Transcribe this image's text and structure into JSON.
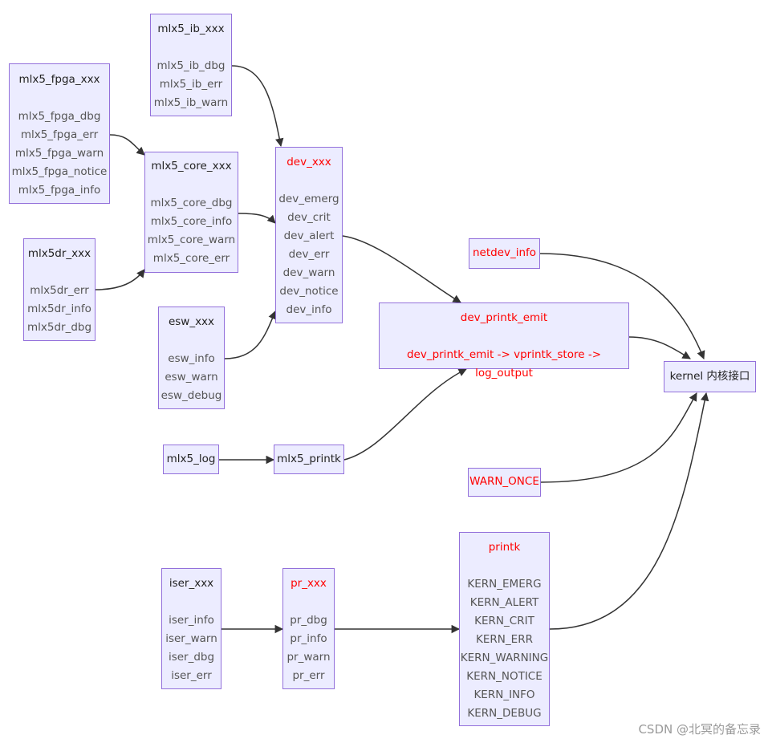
{
  "nodes": {
    "mlx5_ib": {
      "title": "mlx5_ib_xxx",
      "items": [
        "mlx5_ib_dbg",
        "mlx5_ib_err",
        "mlx5_ib_warn"
      ]
    },
    "mlx5_fpga": {
      "title": "mlx5_fpga_xxx",
      "items": [
        "mlx5_fpga_dbg",
        "mlx5_fpga_err",
        "mlx5_fpga_warn",
        "mlx5_fpga_notice",
        "mlx5_fpga_info"
      ]
    },
    "mlx5_core": {
      "title": "mlx5_core_xxx",
      "items": [
        "mlx5_core_dbg",
        "mlx5_core_info",
        "mlx5_core_warn",
        "mlx5_core_err"
      ]
    },
    "mlx5dr": {
      "title": "mlx5dr_xxx",
      "items": [
        "mlx5dr_err",
        "mlx5dr_info",
        "mlx5dr_dbg"
      ]
    },
    "esw": {
      "title": "esw_xxx",
      "items": [
        "esw_info",
        "esw_warn",
        "esw_debug"
      ]
    },
    "dev": {
      "title": "dev_xxx",
      "items": [
        "dev_emerg",
        "dev_crit",
        "dev_alert",
        "dev_err",
        "dev_warn",
        "dev_notice",
        "dev_info"
      ]
    },
    "netdev_info": {
      "title": "netdev_info"
    },
    "dev_printk_emit": {
      "title": "dev_printk_emit",
      "items": [
        "dev_printk_emit -> vprintk_store -> log_output"
      ]
    },
    "kernel": {
      "title": "kernel 内核接口"
    },
    "mlx5_log": {
      "title": "mlx5_log"
    },
    "mlx5_printk": {
      "title": "mlx5_printk"
    },
    "warn_once": {
      "title": "WARN_ONCE"
    },
    "iser": {
      "title": "iser_xxx",
      "items": [
        "iser_info",
        "iser_warn",
        "iser_dbg",
        "iser_err"
      ]
    },
    "pr": {
      "title": "pr_xxx",
      "items": [
        "pr_dbg",
        "pr_info",
        "pr_warn",
        "pr_err"
      ]
    },
    "printk": {
      "title": "printk",
      "items": [
        "KERN_EMERG",
        "KERN_ALERT",
        "KERN_CRIT",
        "KERN_ERR",
        "KERN_WARNING",
        "KERN_NOTICE",
        "KERN_INFO",
        "KERN_DEBUG"
      ]
    }
  },
  "edges": [
    [
      "mlx5_ib",
      "dev"
    ],
    [
      "mlx5_fpga",
      "mlx5_core"
    ],
    [
      "mlx5dr",
      "mlx5_core"
    ],
    [
      "mlx5_core",
      "dev"
    ],
    [
      "esw",
      "dev"
    ],
    [
      "dev",
      "dev_printk_emit"
    ],
    [
      "netdev_info",
      "kernel"
    ],
    [
      "dev_printk_emit",
      "kernel"
    ],
    [
      "mlx5_log",
      "mlx5_printk"
    ],
    [
      "mlx5_printk",
      "dev_printk_emit"
    ],
    [
      "warn_once",
      "kernel"
    ],
    [
      "iser",
      "pr"
    ],
    [
      "pr",
      "printk"
    ],
    [
      "printk",
      "kernel"
    ]
  ],
  "colors": {
    "node_fill": "#ececff",
    "node_border": "#9370db",
    "edge": "#333333",
    "highlight_text": "#ff0000"
  },
  "watermark": "CSDN @北冥的备忘录"
}
